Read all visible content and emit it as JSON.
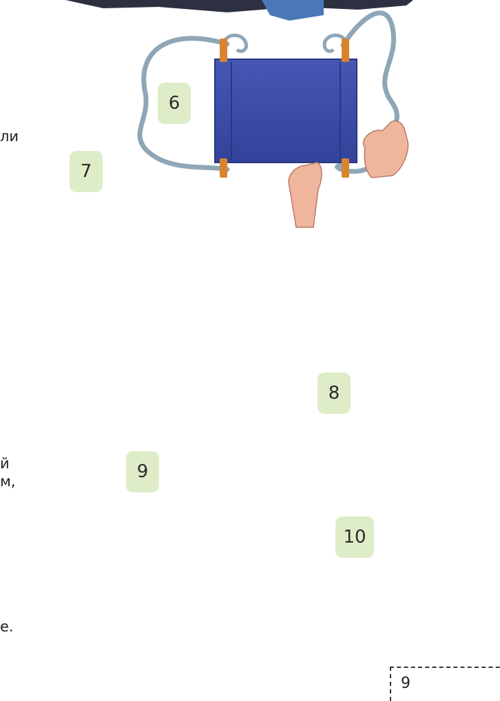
{
  "steps": {
    "s6": "6",
    "s7": "7",
    "s8": "8",
    "s9": "9",
    "s10": "10"
  },
  "left_margin_fragments": {
    "f1": "ли",
    "f2": "й",
    "f3": "м,",
    "f4": "е."
  },
  "page_number": "9",
  "colors": {
    "fabric": "#3b4ea6",
    "fabric_dark": "#2a3680",
    "wood": "#d9832f",
    "rope": "#8fa6b6",
    "skin": "#f0b59d",
    "badge": "#dfecc8"
  }
}
